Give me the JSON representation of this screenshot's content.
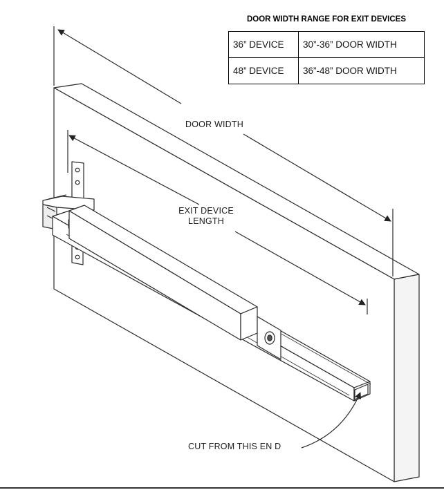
{
  "table": {
    "title": "DOOR WIDTH RANGE FOR EXIT DEVICES",
    "rows": [
      {
        "device": "36” DEVICE",
        "door_width": "30”-36” DOOR WIDTH"
      },
      {
        "device": "48” DEVICE",
        "door_width": "36”-48” DOOR WIDTH"
      }
    ]
  },
  "labels": {
    "door_width": "DOOR WIDTH",
    "exit_device_line1": "EXIT DEVICE",
    "exit_device_line2": "LENGTH",
    "cut_end": "CUT FROM THIS EN D"
  }
}
